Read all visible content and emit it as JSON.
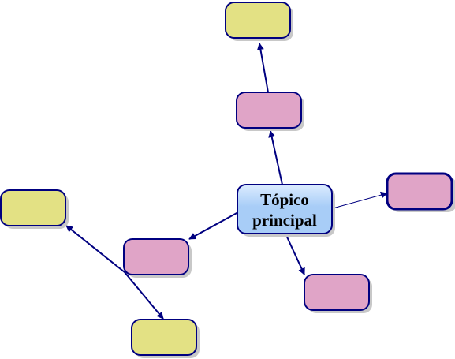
{
  "colors": {
    "background": "#ffffff",
    "connector": "#000080",
    "node_border": "#000080",
    "main_fill": "#a8cdf7",
    "main_fill_light": "#dcecff",
    "secondary_fill": "#e0a4c7",
    "leaf_fill": "#e3e184",
    "shadow": "#c8c8c8"
  },
  "main_topic": {
    "line1": "Tópico",
    "line2": "principal"
  },
  "nodes": [
    {
      "id": "main",
      "kind": "main"
    },
    {
      "id": "sub-top",
      "kind": "secondary"
    },
    {
      "id": "leaf-top",
      "kind": "leaf"
    },
    {
      "id": "sub-right",
      "kind": "secondary"
    },
    {
      "id": "sub-bottom",
      "kind": "secondary"
    },
    {
      "id": "sub-left",
      "kind": "secondary"
    },
    {
      "id": "leaf-left-top",
      "kind": "leaf"
    },
    {
      "id": "leaf-left-bottom",
      "kind": "leaf"
    }
  ]
}
